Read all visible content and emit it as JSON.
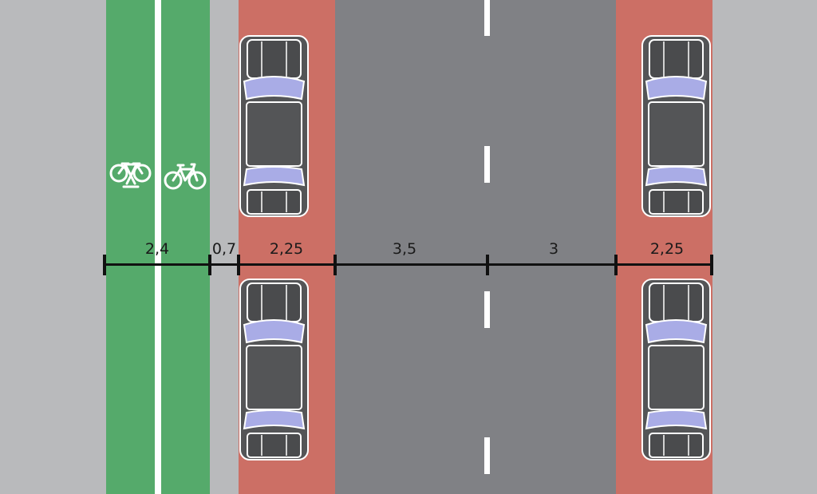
{
  "colors": {
    "sidewalk": "#b9babc",
    "bike_lane": "#55aa6b",
    "buffer": "#b9babc",
    "parking": "#cc6f65",
    "carriageway": "#808185",
    "lane_divider": "#ffffff",
    "dimension_line": "#111111",
    "car_body": "#545557",
    "car_window": "#a9ace6"
  },
  "bike_lane_icons": [
    "tandem-bicycle-icon",
    "bicycle-icon"
  ],
  "dimensions": [
    {
      "id": "bike-lane",
      "label": "2,4",
      "value": 2.4
    },
    {
      "id": "buffer",
      "label": "0,7",
      "value": 0.7
    },
    {
      "id": "parking-left",
      "label": "2,25",
      "value": 2.25
    },
    {
      "id": "lane-1",
      "label": "3,5",
      "value": 3.5
    },
    {
      "id": "lane-2",
      "label": "3",
      "value": 3
    },
    {
      "id": "parking-right",
      "label": "2,25",
      "value": 2.25
    }
  ],
  "parked_cars": [
    "car-icon",
    "car-icon",
    "car-icon",
    "car-icon"
  ]
}
